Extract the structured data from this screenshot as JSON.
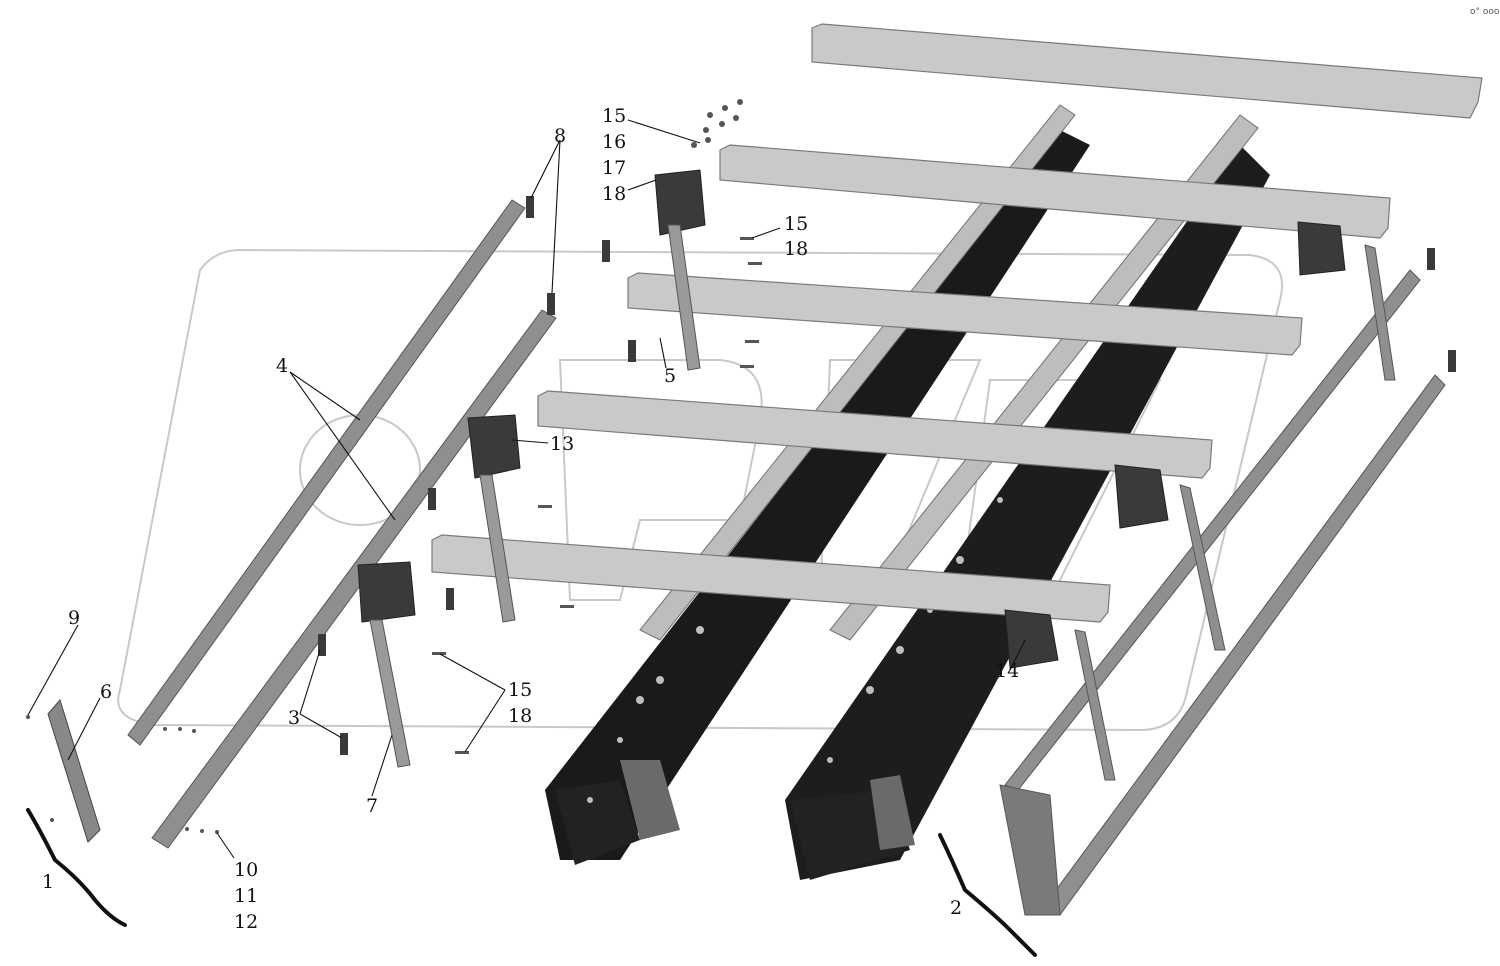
{
  "diagram": {
    "corner_mark": "o° ooo",
    "colors": {
      "crossbeam": "#c9c9c9",
      "crossbeam_edge": "#7a7a7a",
      "frame": "#1a1a1a",
      "rail": "#8f8f8f",
      "bracket": "#3a3a3a",
      "watermark": "#c8c8c8"
    },
    "labels": [
      {
        "id": "1",
        "text": "1"
      },
      {
        "id": "2",
        "text": "2"
      },
      {
        "id": "3",
        "text": "3"
      },
      {
        "id": "4",
        "text": "4"
      },
      {
        "id": "5",
        "text": "5"
      },
      {
        "id": "6",
        "text": "6"
      },
      {
        "id": "7",
        "text": "7"
      },
      {
        "id": "8",
        "text": "8"
      },
      {
        "id": "9",
        "text": "9"
      },
      {
        "id": "10",
        "text": "10"
      },
      {
        "id": "11",
        "text": "11"
      },
      {
        "id": "12",
        "text": "12"
      },
      {
        "id": "13",
        "text": "13"
      },
      {
        "id": "14",
        "text": "14"
      },
      {
        "id": "15a",
        "text": "15"
      },
      {
        "id": "16",
        "text": "16"
      },
      {
        "id": "17",
        "text": "17"
      },
      {
        "id": "18a",
        "text": "18"
      },
      {
        "id": "15b",
        "text": "15"
      },
      {
        "id": "18b",
        "text": "18"
      },
      {
        "id": "15c",
        "text": "15"
      },
      {
        "id": "18c",
        "text": "18"
      }
    ]
  }
}
